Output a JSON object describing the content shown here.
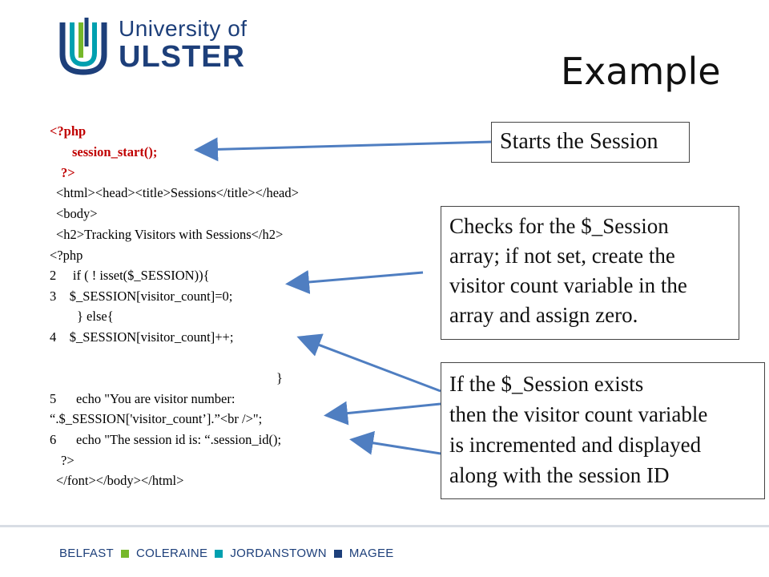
{
  "header": {
    "logo_line1": "University of",
    "logo_line2": "ULSTER",
    "title": "Example"
  },
  "code": {
    "l1": "<?php",
    "l2": "session_start();",
    "l3": "?>",
    "l4": "<html><head><title>Sessions</title></head>",
    "l5": "<body>",
    "l6": "<h2>Tracking Visitors with Sessions</h2>",
    "l7": "<?php",
    "l8": "2     if ( ! isset($_SESSION)){",
    "l9": "3    $_SESSION[visitor_count]=0;",
    "l10": "} else{",
    "l11": "4    $_SESSION[visitor_count]++;",
    "l12": "}",
    "l13": "5      echo \"You are visitor number:",
    "l14": "“.$_SESSION['visitor_count’].”<br />\";",
    "l15": "6      echo \"The session id is: “.session_id();",
    "l16": "?>",
    "l17": "</font></body></html>"
  },
  "callouts": {
    "c1": "Starts the Session",
    "c2": [
      "Checks for the $_Session",
      "array; if not set, create the",
      "visitor count variable in the",
      "array and assign zero."
    ],
    "c3": [
      "If the $_Session exists",
      "then the visitor count variable",
      "is incremented and displayed",
      "along with the session ID"
    ]
  },
  "footer": {
    "items": [
      "BELFAST",
      "COLERAINE",
      "JORDANSTOWN",
      "MAGEE"
    ],
    "square_colors": [
      "#76b82a",
      "#00a0af",
      "#1d3f7a"
    ]
  },
  "colors": {
    "brand": "#1d3f7a",
    "code_red": "#c00000",
    "arrow": "#4f7ec1",
    "logo_teal": "#00a0af",
    "logo_green": "#76b82a"
  }
}
